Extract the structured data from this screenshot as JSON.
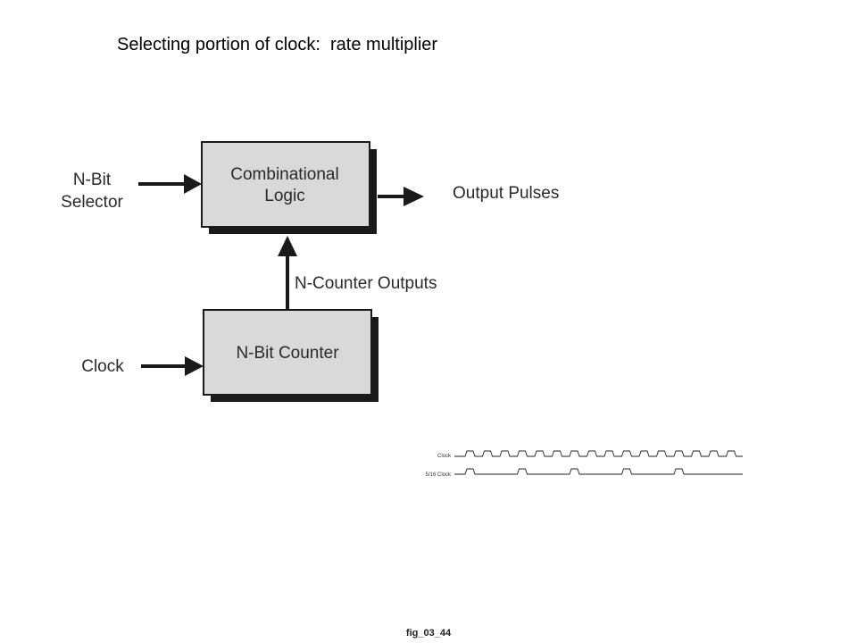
{
  "title": "Selecting portion of clock:  rate multiplier",
  "caption": "fig_03_44",
  "diagram": {
    "inputs": {
      "selector_line1": "N-Bit",
      "selector_line2": "Selector",
      "clock": "Clock"
    },
    "blocks": {
      "logic_line1": "Combinational",
      "logic_line2": "Logic",
      "counter": "N-Bit Counter"
    },
    "signals": {
      "counter_outputs": "N-Counter Outputs",
      "output": "Output Pulses"
    }
  },
  "timing": {
    "clock_label": "Clock",
    "divided_label": "5/16 Clock",
    "clock_pulses": 16,
    "divided_pulse_indices": [
      0,
      3,
      6,
      9,
      12
    ]
  },
  "colors": {
    "block_fill": "#d9d9d9",
    "block_stroke": "#1a1a1a",
    "shadow": "#1a1a1a"
  }
}
